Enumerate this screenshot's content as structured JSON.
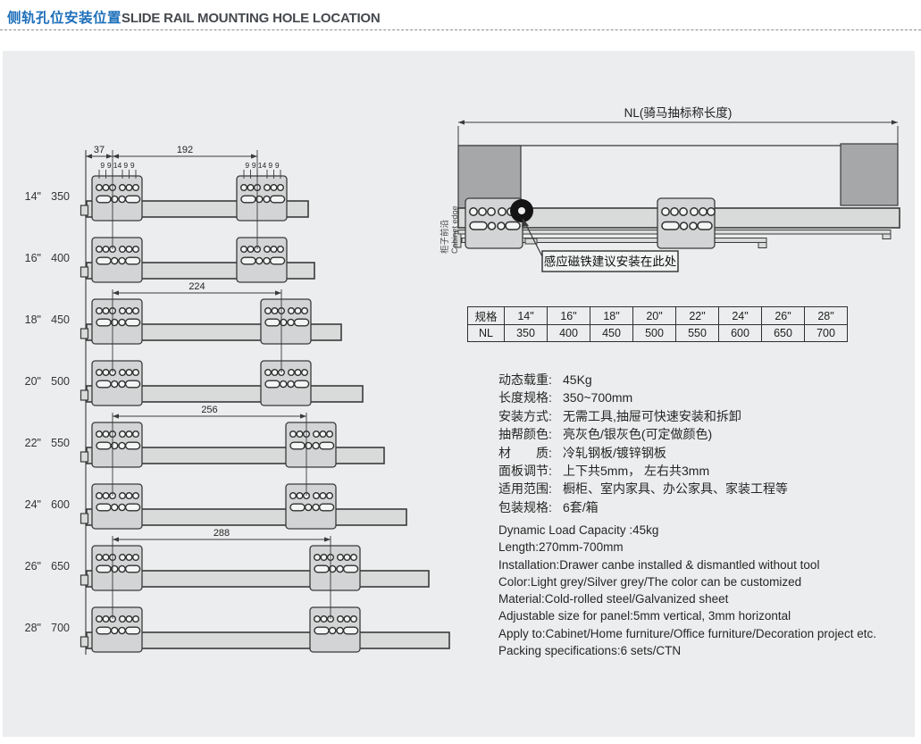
{
  "header": {
    "title_cn": "侧轨孔位安装位置",
    "title_en": "SLIDE RAIL MOUNTING HOLE LOCATION"
  },
  "left_diagram": {
    "front_offset_dim": "37",
    "pair_dims": [
      "192",
      "224",
      "256",
      "288"
    ],
    "hole_spacing_labels": [
      "9",
      "9",
      "14",
      "9",
      "9"
    ],
    "rails": [
      {
        "size": "14\"",
        "nl": "350"
      },
      {
        "size": "16\"",
        "nl": "400"
      },
      {
        "size": "18\"",
        "nl": "450"
      },
      {
        "size": "20\"",
        "nl": "500"
      },
      {
        "size": "22\"",
        "nl": "550"
      },
      {
        "size": "24\"",
        "nl": "600"
      },
      {
        "size": "26\"",
        "nl": "650"
      },
      {
        "size": "28\"",
        "nl": "700"
      }
    ]
  },
  "right_diagram": {
    "nl_label": "NL(骑马抽标称长度)",
    "cabinet_edge_cn": "柜子前沿",
    "cabinet_edge_en": "Cabinet edge",
    "magnet_note": "感应磁铁建议安装在此处"
  },
  "size_table": {
    "header_label": "规格",
    "row_label": "NL",
    "sizes": [
      "14\"",
      "16\"",
      "18\"",
      "20\"",
      "22\"",
      "24\"",
      "26\"",
      "28\""
    ],
    "lengths": [
      "350",
      "400",
      "450",
      "500",
      "550",
      "600",
      "650",
      "700"
    ]
  },
  "specs_cn": [
    {
      "label": "动态载重:",
      "value": "45Kg"
    },
    {
      "label": "长度规格:",
      "value": "350~700mm"
    },
    {
      "label": "安装方式:",
      "value": "无需工具,抽屉可快速安装和拆卸"
    },
    {
      "label": "抽帮颜色:",
      "value": "亮灰色/银灰色(可定做颜色)"
    },
    {
      "label": "材　　质:",
      "value": "冷轧钢板/镀锌钢板"
    },
    {
      "label": "面板调节:",
      "value": "上下共5mm， 左右共3mm"
    },
    {
      "label": "适用范围:",
      "value": "橱柜、室内家具、办公家具、家装工程等"
    },
    {
      "label": "包装规格:",
      "value": "6套/箱"
    }
  ],
  "specs_en": [
    "Dynamic Load Capacity :45kg",
    "Length:270mm-700mm",
    "Installation:Drawer canbe installed & dismantled without tool",
    "Color:Light grey/Silver grey/The color can be customized",
    "Material:Cold-rolled steel/Galvanized sheet",
    "Adjustable size for panel:5mm vertical, 3mm horizontal",
    "Apply to:Cabinet/Home furniture/Office furniture/Decoration project etc.",
    "Packing specifications:6 sets/CTN"
  ],
  "colors": {
    "accent_blue": "#1e6fba",
    "panel_bg": "#ecedee",
    "outline": "#3a3a3a",
    "block_fill": "#d3d4d5",
    "bar_fill": "#d9dada",
    "dark_block": "#a6a7a8",
    "hole_fill": "#f4f5f5"
  }
}
